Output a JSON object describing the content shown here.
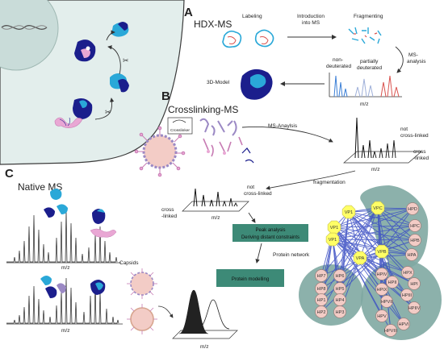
{
  "colors": {
    "cell_fill": "#e3eeec",
    "cluster_fill": "#7fa8a2",
    "box_fill": "#3d8a77",
    "vp_node": "#ffff66",
    "hp_node": "#f3ccc6",
    "protein_dark": "#1b1e8c",
    "protein_light": "#2aa8d8",
    "protein_pink": "#e9a7d4",
    "edge": "#3c4fc4",
    "peak_red": "#d9534f",
    "peak_blue": "#3b7fd6"
  },
  "panel_a": {
    "letter": "A",
    "title": "HDX-MS",
    "labeling": "Labeling",
    "introduction": "Introduction",
    "into_ms": "into MS",
    "fragmenting": "Fragmenting",
    "ms_analysis_1": "MS-",
    "ms_analysis_2": "analysis",
    "non_deuterated_1": "non-",
    "non_deuterated_2": "deuterated",
    "partially_1": "partially",
    "partially_2": "deuterated",
    "model_3d": "3D-Model",
    "mz": "m/z"
  },
  "panel_b": {
    "letter": "B",
    "title": "Crosslinking-MS",
    "crosslinker": "Crosslinker",
    "ms_analysis": "MS-Anaylsis",
    "not_cross_linked_1": "not",
    "not_cross_linked_2": "cross-linked",
    "cross_linked_1": "cross",
    "cross_linked_2": "-linked",
    "fragmentation": "fragmentation",
    "mz": "m/z",
    "not_cross_linked_b_1": "not",
    "not_cross_linked_b_2": "cross-linked",
    "cross_linked_b_1": "cross",
    "cross_linked_b_2": "-linked",
    "mz_b": "m/z",
    "peak_analysis_1": "Peak analysis",
    "peak_analysis_2": "Deriving distant constraints",
    "protein_network": "Protein network",
    "protein_modelling": "Protein modelling"
  },
  "panel_c": {
    "letter": "C",
    "title": "Native MS",
    "mz_1": "m/z",
    "mz_2": "m/z",
    "capsids": "Capsids",
    "mz_3": "m/z"
  },
  "network": {
    "vp_nodes": [
      "VPC",
      "VP1",
      "VP1",
      "VP1",
      "VPB",
      "VPA"
    ],
    "hp_top": [
      "HPD",
      "HPC",
      "HPB",
      "HPA"
    ],
    "hp_left": [
      "HP7",
      "HP6",
      "HP8",
      "HP5",
      "HP1",
      "HP4",
      "HP2",
      "HP3"
    ],
    "hp_right": [
      "HPIV",
      "HPX",
      "HPII",
      "HPI",
      "HPIX",
      "HPIII",
      "HPVII",
      "HPIIV",
      "HPV",
      "HPVI",
      "HPVIII"
    ]
  }
}
